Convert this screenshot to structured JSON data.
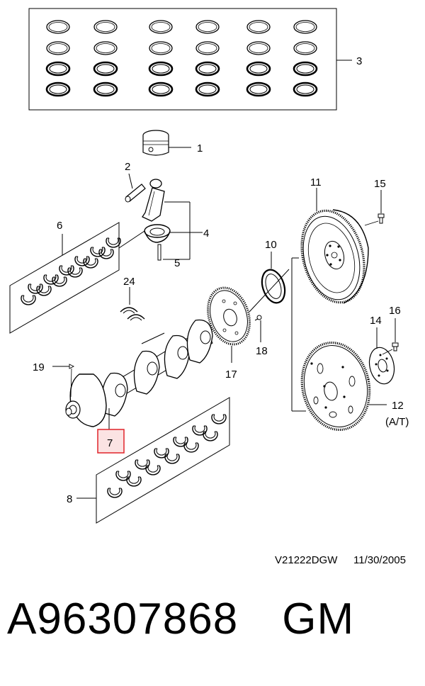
{
  "callouts": {
    "c1": "1",
    "c2": "2",
    "c3": "3",
    "c4": "4",
    "c5": "5",
    "c6": "6",
    "c7": "7",
    "c8": "8",
    "c10": "10",
    "c11": "11",
    "c12": "12",
    "c12_note": "(A/T)",
    "c14": "14",
    "c15": "15",
    "c16": "16",
    "c17": "17",
    "c18": "18",
    "c19": "19",
    "c24": "24"
  },
  "drawing_ref": "V21222DGW",
  "drawing_date": "11/30/2005",
  "part_number": "A96307868",
  "brand": "GM",
  "highlight_color": "#e0242a",
  "highlight_fill": "#fbe3e3"
}
